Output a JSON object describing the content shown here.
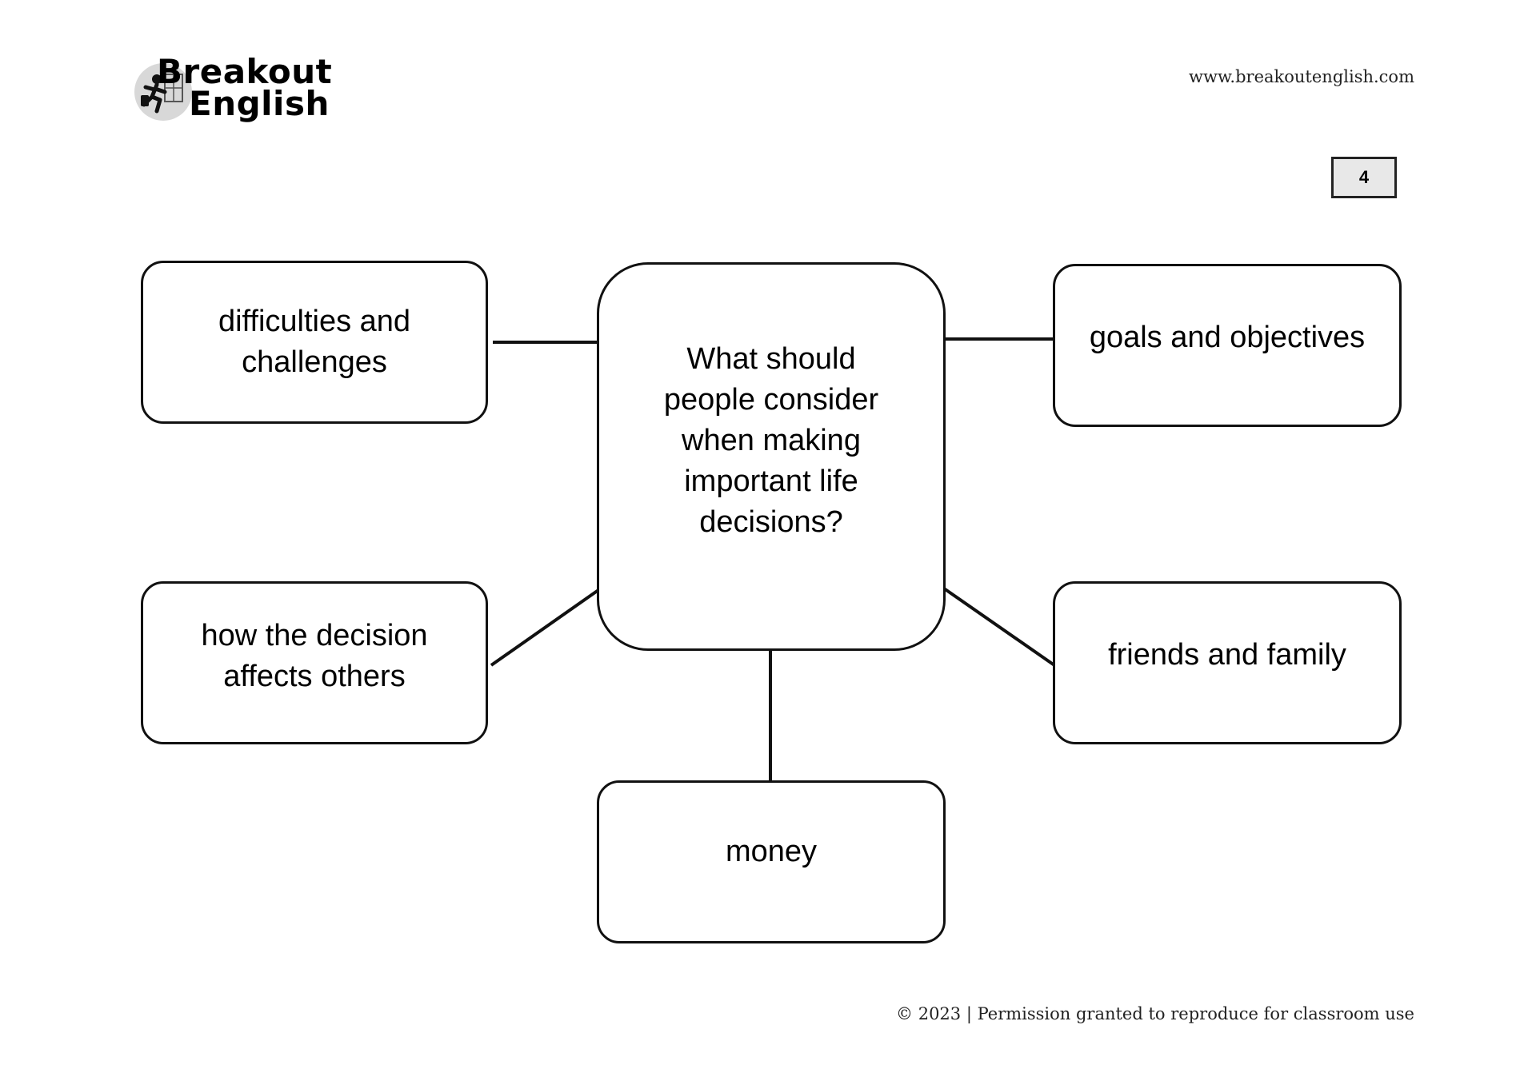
{
  "header": {
    "logo_line1": "Breakout",
    "logo_line2": "English",
    "site_url": "www.breakoutenglish.com",
    "page_number": "4"
  },
  "mindmap": {
    "center": "What should people consider when making important life decisions?",
    "topics": {
      "top_left": "difficulties and challenges",
      "top_right": "goals and objectives",
      "bottom_left": "how the decision affects others",
      "bottom_right": "friends and family",
      "bottom": "money"
    }
  },
  "footer": {
    "copyright": "© 2023 | Permission granted to reproduce for classroom use"
  },
  "colors": {
    "ink": "#111111",
    "page_number_fill": "#e8e8e8",
    "background": "#ffffff"
  }
}
